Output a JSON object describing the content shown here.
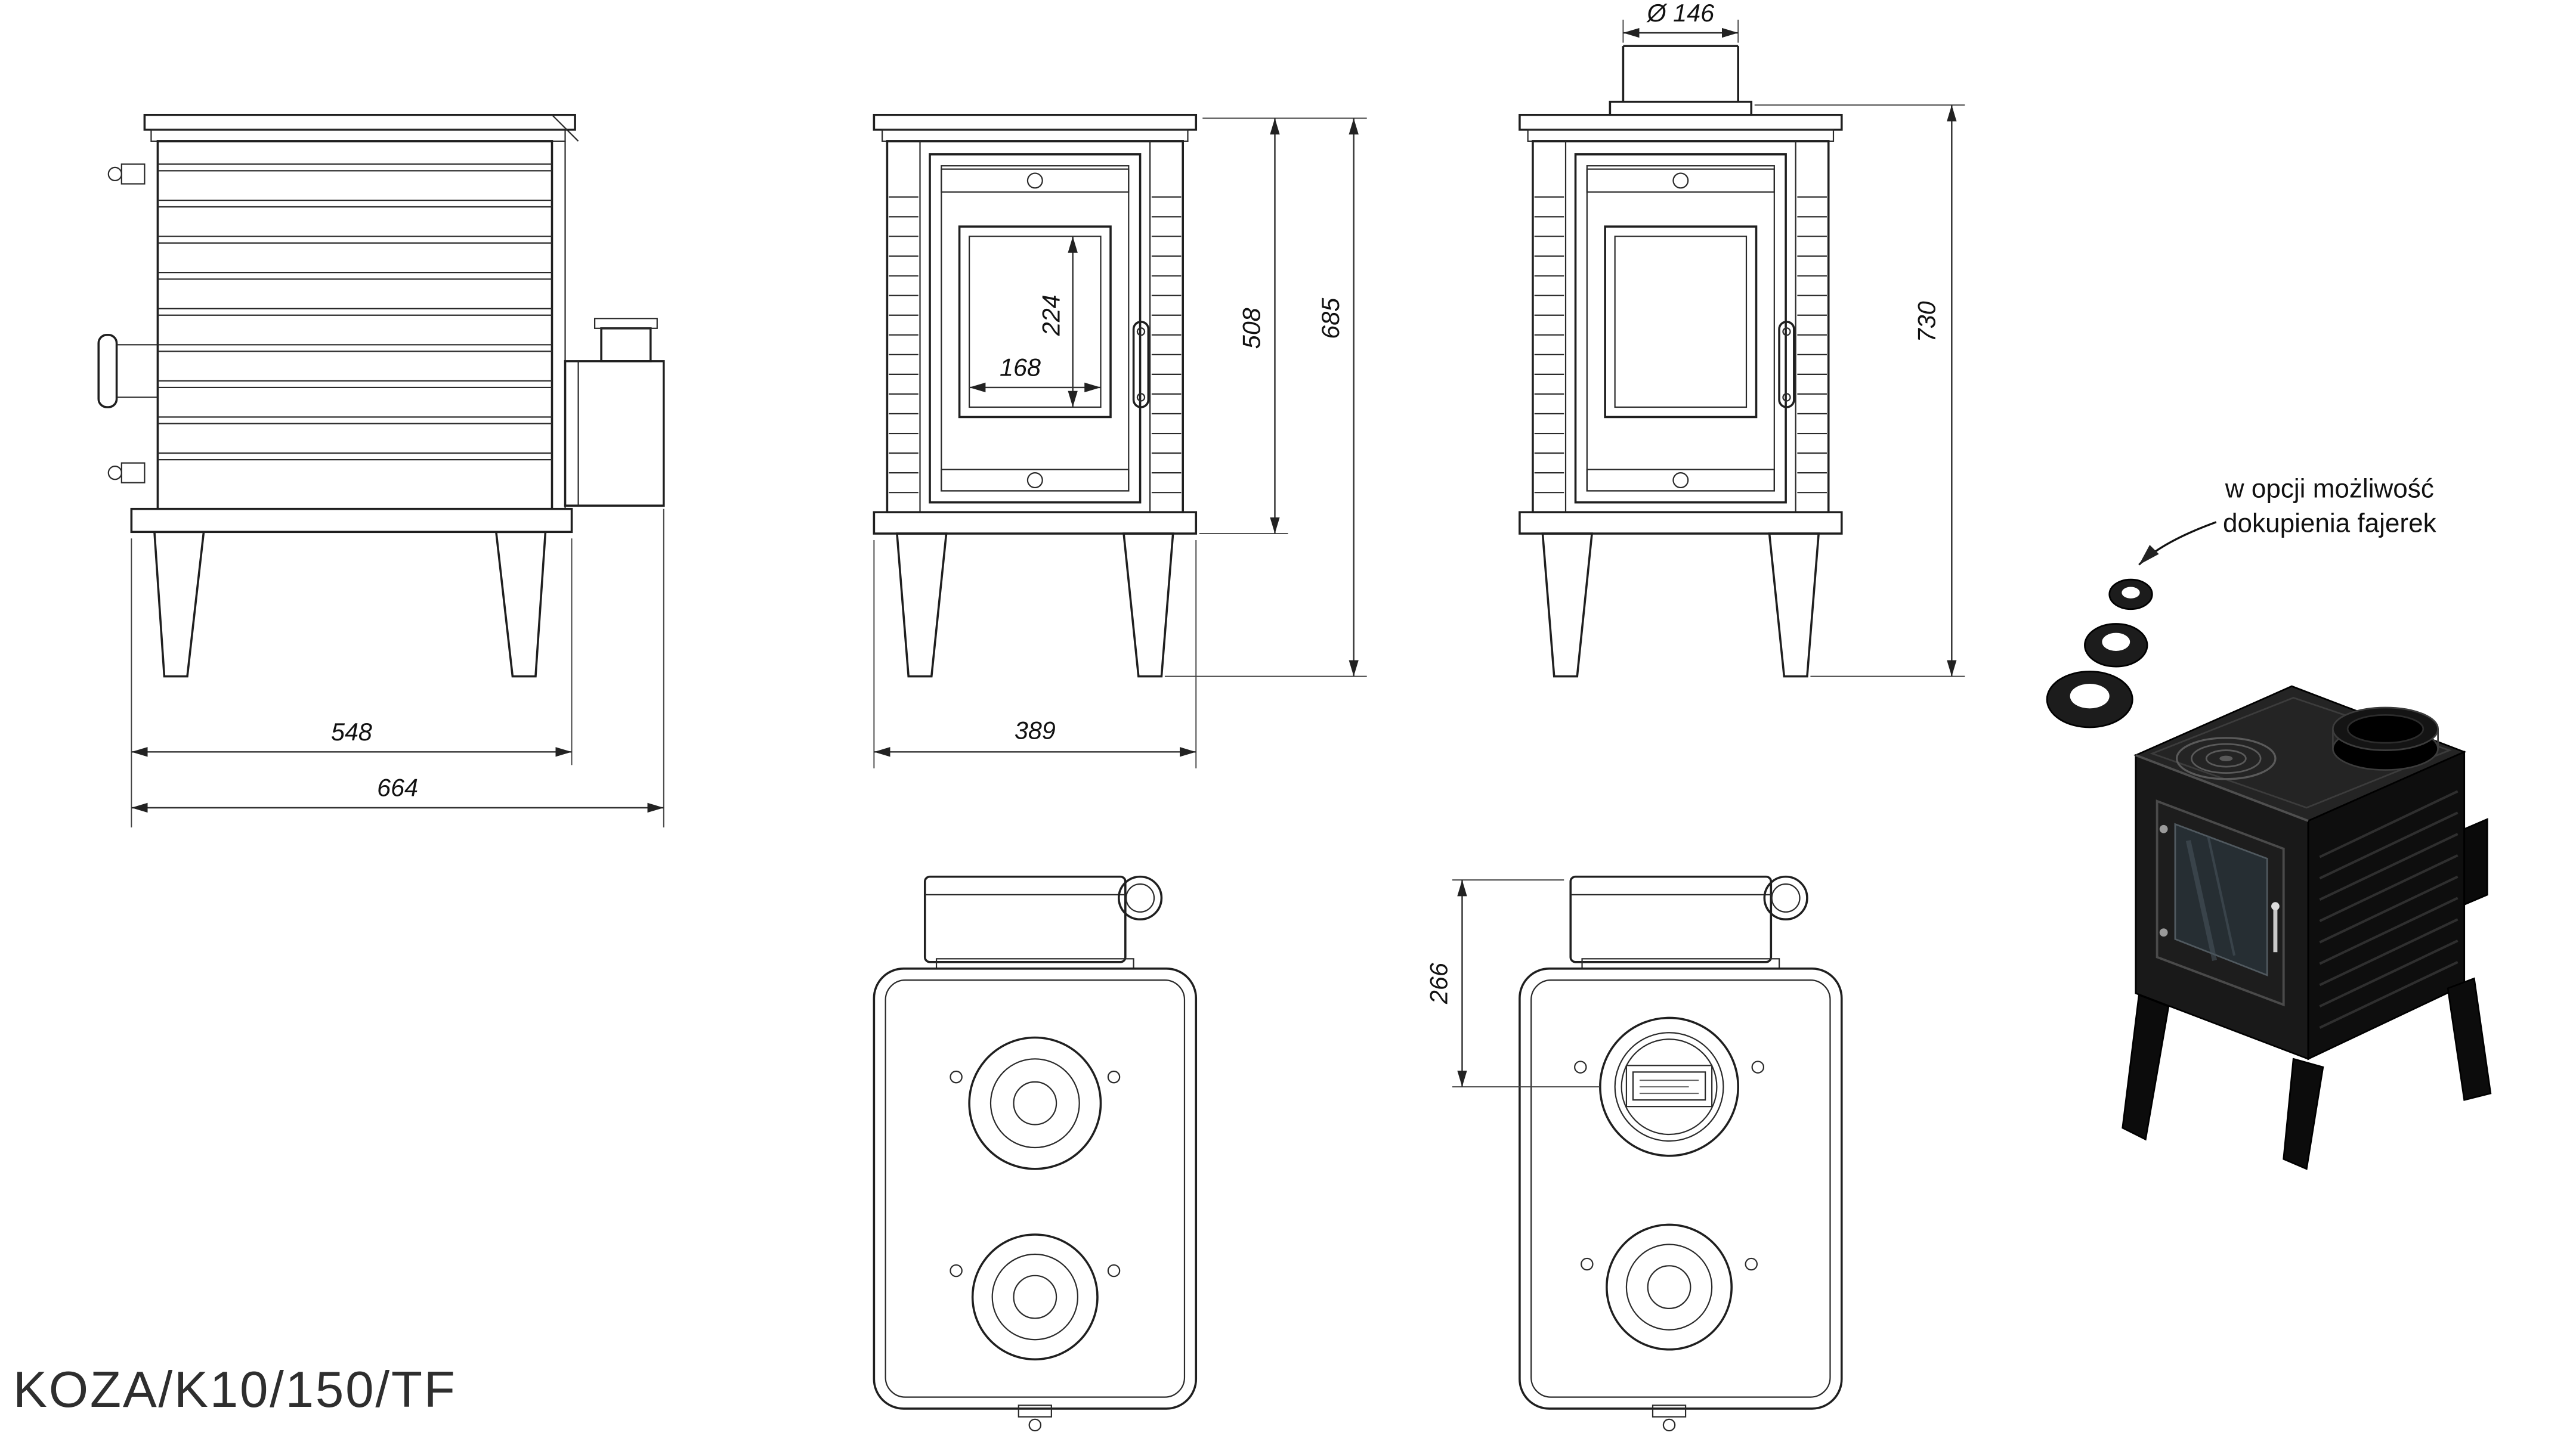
{
  "title": "KOZA/K10/150/TF",
  "note": {
    "line1": "w opcji możliwość",
    "line2": "dokupienia fajerek"
  },
  "dims": {
    "side_base_width": "548",
    "side_total_depth": "664",
    "front_width": "389",
    "glass_width": "168",
    "glass_height": "224",
    "body_height": "508",
    "total_height": "685",
    "flue_diameter": "Ø 146",
    "total_height_with_flue": "730",
    "flue_center_offset": "266"
  }
}
